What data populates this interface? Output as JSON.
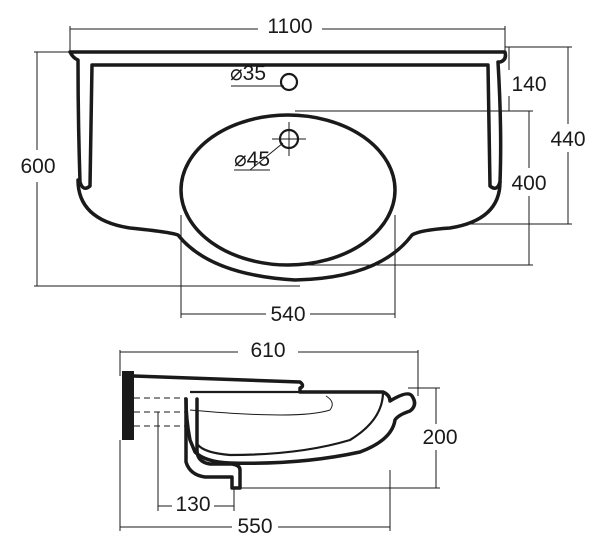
{
  "top_view": {
    "width_label": "1100",
    "depth_label": "600",
    "tap_hole_label": "⌀35",
    "back_depth_label": "140",
    "total_depth_label": "440",
    "basin_depth_label": "400",
    "drain_label": "⌀45",
    "basin_width_label": "540"
  },
  "side_view": {
    "projection_label": "610",
    "height_label": "200",
    "trap_offset_label": "130",
    "basin_length_label": "550"
  }
}
